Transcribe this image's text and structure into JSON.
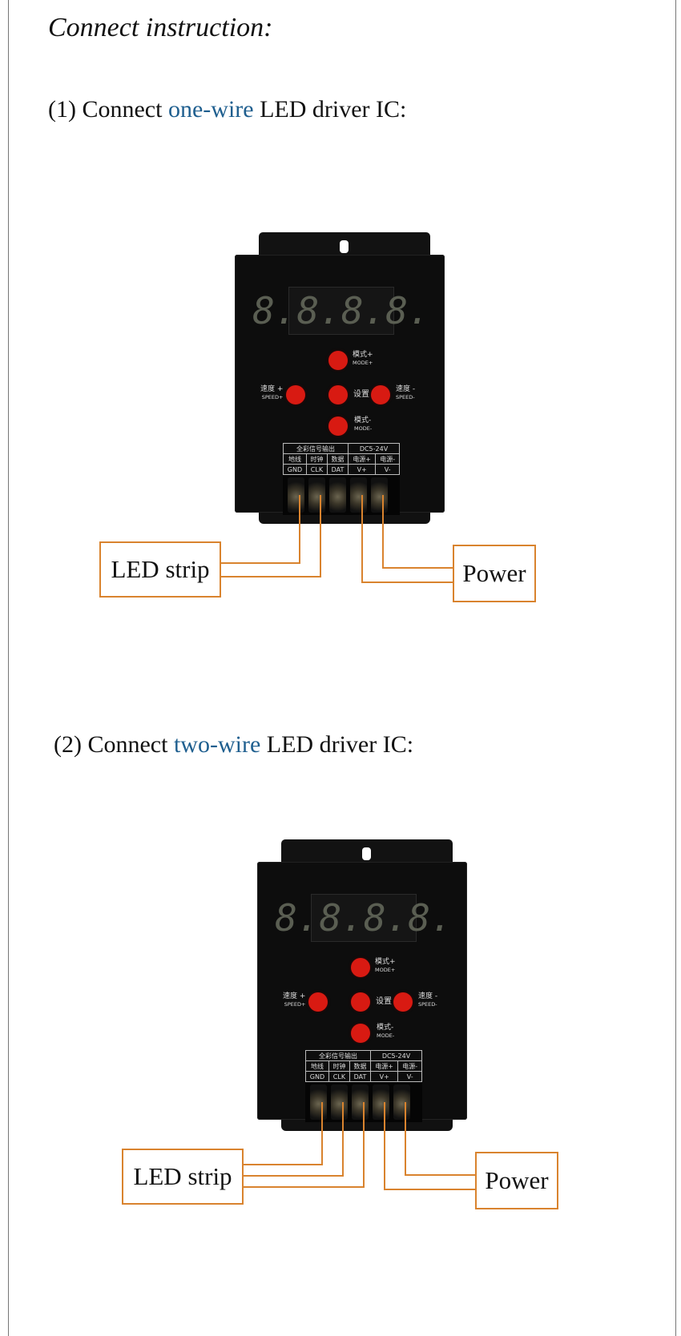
{
  "document": {
    "title": "Connect instruction:",
    "sections": [
      {
        "heading_prefix": "(1) Connect ",
        "heading_highlight": "one-wire",
        "heading_suffix": " LED driver IC:",
        "highlight_color": "#1f5f8f",
        "connected_terminals": {
          "led_strip": [
            "GND",
            "CLK"
          ],
          "power": [
            "V+",
            "V-"
          ]
        }
      },
      {
        "heading_prefix": "(2) Connect ",
        "heading_highlight": "two-wire",
        "heading_suffix": " LED driver IC:",
        "highlight_color": "#1f5f8f",
        "connected_terminals": {
          "led_strip": [
            "GND",
            "CLK",
            "DAT"
          ],
          "power": [
            "V+",
            "V-"
          ]
        }
      }
    ]
  },
  "device": {
    "display_digits": "8.8.8.8.",
    "buttons": {
      "mode_plus": {
        "cn": "模式+",
        "en": "MODE+"
      },
      "mode_minus": {
        "cn": "模式-",
        "en": "MODE-"
      },
      "speed_plus": {
        "cn": "速度 +",
        "en": "SPEED+"
      },
      "speed_minus": {
        "cn": "速度 -",
        "en": "SPEED-"
      },
      "set": {
        "cn": "设置"
      }
    },
    "terminal_table": {
      "group_signal": "全彩信号输出",
      "group_power": "DC5-24V",
      "cn": [
        "地线",
        "时钟",
        "数据",
        "电源+",
        "电源-"
      ],
      "en": [
        "GND",
        "CLK",
        "DAT",
        "V+",
        "V-"
      ]
    }
  },
  "labels": {
    "led_strip": "LED strip",
    "power": "Power"
  },
  "colors": {
    "wire": "#d9832e",
    "button": "#d81a12",
    "device": "#0d0d0d"
  }
}
